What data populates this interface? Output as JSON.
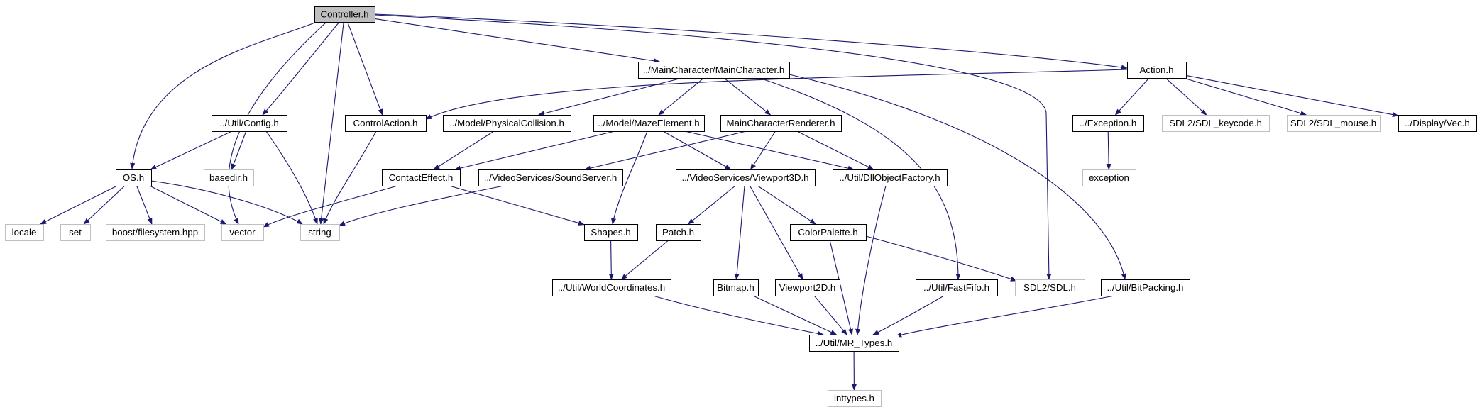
{
  "colors": {
    "edge": "#191970",
    "border_documented": "#000000",
    "border_external": "#bfbfbf",
    "root_fill": "#bfbfbf",
    "text": "#000000"
  },
  "nodes": [
    {
      "id": "controller",
      "label": "Controller.h",
      "kind": "root"
    },
    {
      "id": "main_character",
      "label": "../MainCharacter/MainCharacter.h",
      "kind": "doc"
    },
    {
      "id": "action",
      "label": "Action.h",
      "kind": "doc"
    },
    {
      "id": "config",
      "label": "../Util/Config.h",
      "kind": "doc"
    },
    {
      "id": "control_action",
      "label": "ControlAction.h",
      "kind": "doc"
    },
    {
      "id": "physical_collision",
      "label": "../Model/PhysicalCollision.h",
      "kind": "doc"
    },
    {
      "id": "maze_element",
      "label": "../Model/MazeElement.h",
      "kind": "doc"
    },
    {
      "id": "mc_renderer",
      "label": "MainCharacterRenderer.h",
      "kind": "doc"
    },
    {
      "id": "exception_h",
      "label": "../Exception.h",
      "kind": "doc"
    },
    {
      "id": "sdl_keycode",
      "label": "SDL2/SDL_keycode.h",
      "kind": "ext"
    },
    {
      "id": "sdl_mouse",
      "label": "SDL2/SDL_mouse.h",
      "kind": "ext"
    },
    {
      "id": "vec",
      "label": "../Display/Vec.h",
      "kind": "doc"
    },
    {
      "id": "os",
      "label": "OS.h",
      "kind": "doc"
    },
    {
      "id": "basedir",
      "label": "basedir.h",
      "kind": "ext"
    },
    {
      "id": "contact_effect",
      "label": "ContactEffect.h",
      "kind": "doc"
    },
    {
      "id": "sound_server",
      "label": "../VideoServices/SoundServer.h",
      "kind": "doc"
    },
    {
      "id": "viewport3d",
      "label": "../VideoServices/Viewport3D.h",
      "kind": "doc"
    },
    {
      "id": "dll_factory",
      "label": "../Util/DllObjectFactory.h",
      "kind": "doc"
    },
    {
      "id": "exception",
      "label": "exception",
      "kind": "ext"
    },
    {
      "id": "locale",
      "label": "locale",
      "kind": "ext"
    },
    {
      "id": "set",
      "label": "set",
      "kind": "ext"
    },
    {
      "id": "boost_fs",
      "label": "boost/filesystem.hpp",
      "kind": "ext"
    },
    {
      "id": "vector",
      "label": "vector",
      "kind": "ext"
    },
    {
      "id": "string",
      "label": "string",
      "kind": "ext"
    },
    {
      "id": "shapes",
      "label": "Shapes.h",
      "kind": "doc"
    },
    {
      "id": "patch",
      "label": "Patch.h",
      "kind": "doc"
    },
    {
      "id": "color_palette",
      "label": "ColorPalette.h",
      "kind": "doc"
    },
    {
      "id": "world_coords",
      "label": "../Util/WorldCoordinates.h",
      "kind": "doc"
    },
    {
      "id": "bitmap",
      "label": "Bitmap.h",
      "kind": "doc"
    },
    {
      "id": "viewport2d",
      "label": "Viewport2D.h",
      "kind": "doc"
    },
    {
      "id": "fast_fifo",
      "label": "../Util/FastFifo.h",
      "kind": "doc"
    },
    {
      "id": "sdl",
      "label": "SDL2/SDL.h",
      "kind": "ext"
    },
    {
      "id": "bit_packing",
      "label": "../Util/BitPacking.h",
      "kind": "doc"
    },
    {
      "id": "mr_types",
      "label": "../Util/MR_Types.h",
      "kind": "doc"
    },
    {
      "id": "inttypes",
      "label": "inttypes.h",
      "kind": "ext"
    }
  ],
  "edges": [
    [
      "controller",
      "main_character"
    ],
    [
      "controller",
      "action"
    ],
    [
      "controller",
      "config"
    ],
    [
      "controller",
      "control_action"
    ],
    [
      "controller",
      "os"
    ],
    [
      "controller",
      "vector"
    ],
    [
      "controller",
      "string"
    ],
    [
      "controller",
      "sdl"
    ],
    [
      "main_character",
      "physical_collision"
    ],
    [
      "main_character",
      "maze_element"
    ],
    [
      "main_character",
      "mc_renderer"
    ],
    [
      "main_character",
      "fast_fifo"
    ],
    [
      "main_character",
      "bit_packing"
    ],
    [
      "action",
      "control_action"
    ],
    [
      "action",
      "exception_h"
    ],
    [
      "action",
      "sdl_keycode"
    ],
    [
      "action",
      "sdl_mouse"
    ],
    [
      "action",
      "vec"
    ],
    [
      "config",
      "os"
    ],
    [
      "config",
      "basedir"
    ],
    [
      "config",
      "string"
    ],
    [
      "control_action",
      "string"
    ],
    [
      "physical_collision",
      "contact_effect"
    ],
    [
      "maze_element",
      "contact_effect"
    ],
    [
      "maze_element",
      "viewport3d"
    ],
    [
      "maze_element",
      "dll_factory"
    ],
    [
      "maze_element",
      "shapes"
    ],
    [
      "mc_renderer",
      "sound_server"
    ],
    [
      "mc_renderer",
      "viewport3d"
    ],
    [
      "mc_renderer",
      "dll_factory"
    ],
    [
      "exception_h",
      "exception"
    ],
    [
      "os",
      "locale"
    ],
    [
      "os",
      "set"
    ],
    [
      "os",
      "boost_fs"
    ],
    [
      "os",
      "vector"
    ],
    [
      "os",
      "string"
    ],
    [
      "contact_effect",
      "vector"
    ],
    [
      "contact_effect",
      "shapes"
    ],
    [
      "sound_server",
      "string"
    ],
    [
      "viewport3d",
      "patch"
    ],
    [
      "viewport3d",
      "bitmap"
    ],
    [
      "viewport3d",
      "viewport2d"
    ],
    [
      "viewport3d",
      "color_palette"
    ],
    [
      "dll_factory",
      "mr_types"
    ],
    [
      "shapes",
      "world_coords"
    ],
    [
      "patch",
      "world_coords"
    ],
    [
      "color_palette",
      "sdl"
    ],
    [
      "color_palette",
      "mr_types"
    ],
    [
      "world_coords",
      "mr_types"
    ],
    [
      "bitmap",
      "mr_types"
    ],
    [
      "viewport2d",
      "mr_types"
    ],
    [
      "fast_fifo",
      "mr_types"
    ],
    [
      "bit_packing",
      "mr_types"
    ],
    [
      "mr_types",
      "inttypes"
    ]
  ]
}
